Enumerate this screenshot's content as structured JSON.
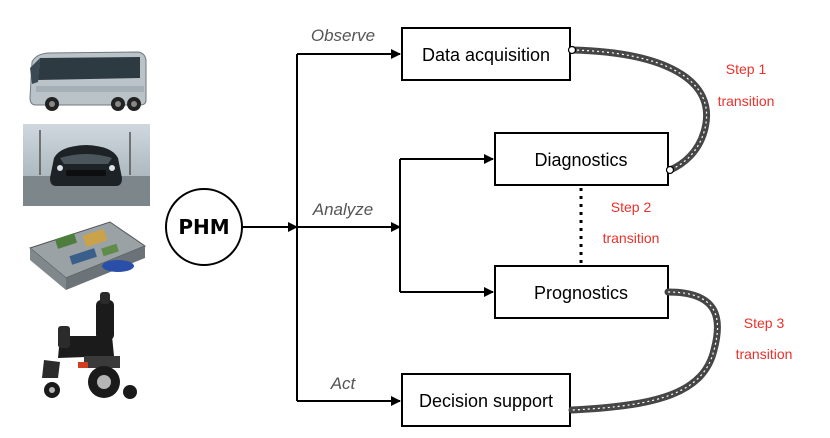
{
  "hub": {
    "label": "PHM"
  },
  "boxes": {
    "data_acquisition": "Data acquisition",
    "diagnostics": "Diagnostics",
    "prognostics": "Prognostics",
    "decision_support": "Decision support"
  },
  "edges": {
    "observe": "Observe",
    "analyze": "Analyze",
    "act": "Act"
  },
  "steps": [
    {
      "line1": "Step 1",
      "line2": "transition"
    },
    {
      "line1": "Step 2",
      "line2": "transition"
    },
    {
      "line1": "Step 3",
      "line2": "transition"
    }
  ],
  "colors": {
    "step_text": "#e8322b",
    "edge_label": "#555555",
    "stroke": "#000000"
  },
  "images": [
    "coach-bus-photo",
    "sports-car-photo",
    "circuit-board-device-photo",
    "power-wheelchair-photo"
  ]
}
